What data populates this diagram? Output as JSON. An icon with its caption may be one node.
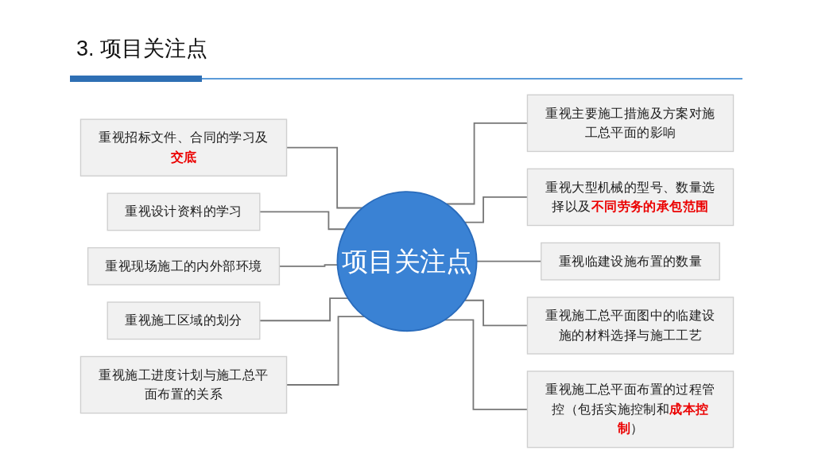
{
  "diagram": {
    "title": "3. 项目关注点",
    "nodes": [
      {
        "text": [
          "重视招标文件、合同的学习及**交底**"
        ]
      },
      {
        "text": [
          "重视设计资料的学习"
        ]
      },
      {
        "text": [
          "重视现场施工的内外部环境"
        ]
      },
      {
        "text": [
          "重视施工区域的划分"
        ]
      },
      {
        "text": [
          "重视施工进度计划与施工总平面布置的关系"
        ]
      },
      {
        "text": [
          "项目关注点"
        ]
      },
      {
        "text": [
          "重视主要施工措施及方案对施工总平面的影响"
        ]
      },
      {
        "text": [
          "重视大型机械的型号、数量选择以及**不同劳务的承包范围**"
        ]
      },
      {
        "text": [
          "重视临建设施布置的数量"
        ]
      },
      {
        "text": [
          "重视施工总平面图中的临建设施的材料选择与施工工艺"
        ]
      },
      {
        "text": [
          "重视施工总平面布置的过程管控（包括实施控制和**成本控制**）"
        ]
      }
    ],
    "edges": [
      {
        "from": 0,
        "to": 5,
        "arrow": "none"
      },
      {
        "from": 1,
        "to": 5,
        "arrow": "none"
      },
      {
        "from": 2,
        "to": 5,
        "arrow": "none"
      },
      {
        "from": 3,
        "to": 5,
        "arrow": "none"
      },
      {
        "from": 4,
        "to": 5,
        "arrow": "none"
      },
      {
        "from": 5,
        "to": 6,
        "arrow": "none"
      },
      {
        "from": 5,
        "to": 7,
        "arrow": "none"
      },
      {
        "from": 5,
        "to": 8,
        "arrow": "none"
      },
      {
        "from": 5,
        "to": 9,
        "arrow": "none"
      },
      {
        "from": 5,
        "to": 10,
        "arrow": "none"
      }
    ]
  }
}
